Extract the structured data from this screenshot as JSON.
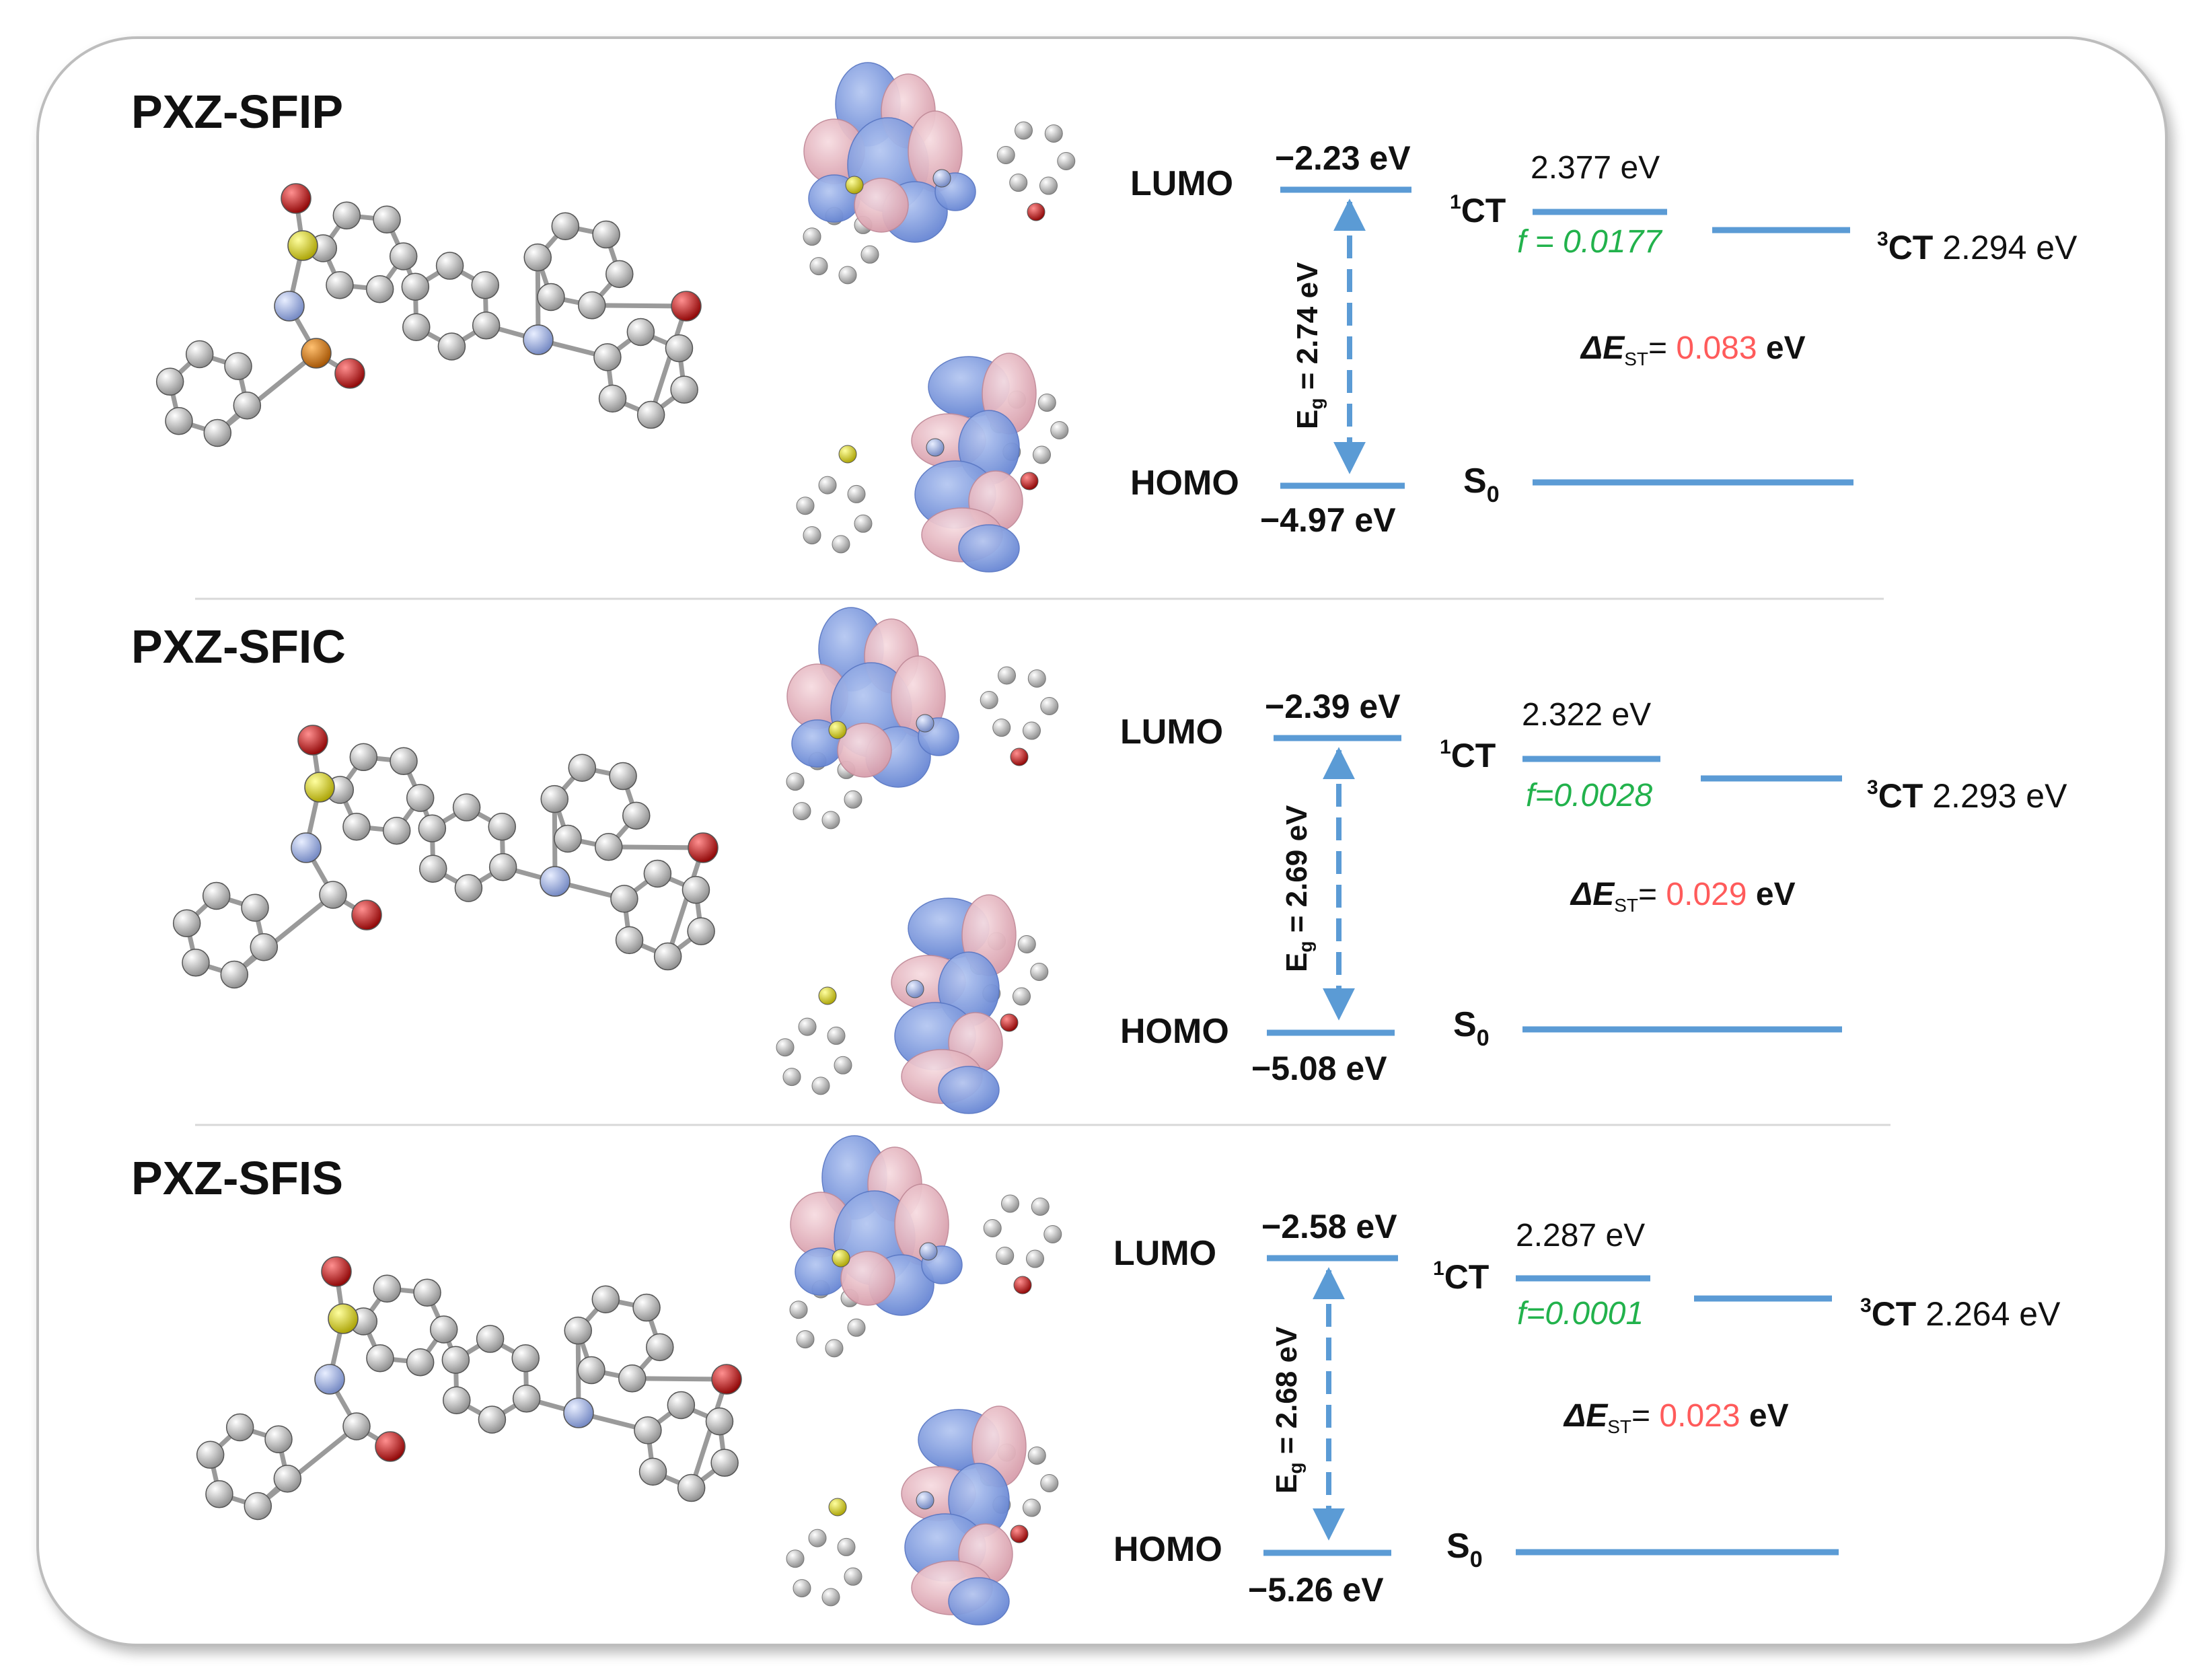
{
  "panels": [
    {
      "compound": "PXZ-SFIP",
      "lumo_label": "LUMO",
      "homo_label": "HOMO",
      "lumo_energy": "−2.23 eV",
      "homo_energy": "−4.97 eV",
      "eg_prefix": "E",
      "eg_sub": "g",
      "eg_value": " = 2.74 eV",
      "s1_value": "2.377 eV",
      "ct1_sup": "1",
      "ct_text": "CT",
      "osc_strength": "f = 0.0177",
      "ct3_sup": "3",
      "t1_value": "2.294 eV",
      "dest_prefix": "ΔE",
      "dest_sub": "ST",
      "dest_eq": "= ",
      "dest_value": "0.083",
      "dest_unit": " eV",
      "s0_main": "S",
      "s0_sub": "0",
      "p_atom_color": "#e0820f"
    },
    {
      "compound": "PXZ-SFIC",
      "lumo_label": "LUMO",
      "homo_label": "HOMO",
      "lumo_energy": "−2.39 eV",
      "homo_energy": "−5.08 eV",
      "eg_prefix": "E",
      "eg_sub": "g",
      "eg_value": " = 2.69 eV",
      "s1_value": "2.322 eV",
      "ct1_sup": "1",
      "ct_text": "CT",
      "osc_strength": "f=0.0028",
      "ct3_sup": "3",
      "t1_value": "2.293 eV",
      "dest_prefix": "ΔE",
      "dest_sub": "ST",
      "dest_eq": "= ",
      "dest_value": "0.029",
      "dest_unit": " eV",
      "s0_main": "S",
      "s0_sub": "0"
    },
    {
      "compound": "PXZ-SFIS",
      "lumo_label": "LUMO",
      "homo_label": "HOMO",
      "lumo_energy": "−2.58 eV",
      "homo_energy": "−5.26 eV",
      "eg_prefix": "E",
      "eg_sub": "g",
      "eg_value": " = 2.68 eV",
      "s1_value": "2.287 eV",
      "ct1_sup": "1",
      "ct_text": "CT",
      "osc_strength": "f=0.0001",
      "ct3_sup": "3",
      "t1_value": "2.264 eV",
      "dest_prefix": "ΔE",
      "dest_sub": "ST",
      "dest_eq": "= ",
      "dest_value": "0.023",
      "dest_unit": " eV",
      "s0_main": "S",
      "s0_sub": "0"
    }
  ],
  "colors": {
    "level_line": "#5b9bd5",
    "osc_text": "#22b24c",
    "dest_value": "#ff5b5b",
    "lobe_blue": "#7f9de0",
    "lobe_pink": "#e8b4bf",
    "carbon": "#c8c8c8",
    "oxygen": "#e00000",
    "nitrogen": "#9fb1e0",
    "sulfur": "#e8e000",
    "phosphorus": "#e0820f"
  }
}
